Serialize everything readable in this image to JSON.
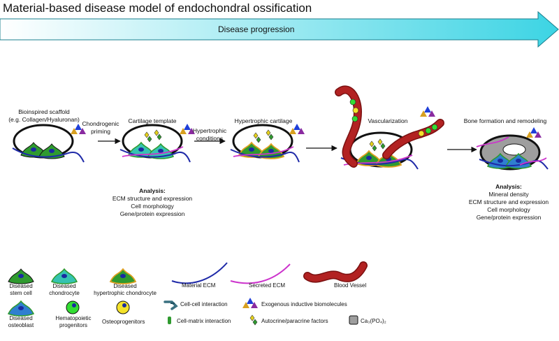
{
  "title": "Material-based disease model of endochondral ossification",
  "progression_label": "Disease progression",
  "colors": {
    "progression_arrow": "#3cd4e4",
    "cell_green": "#2f9a2f",
    "chondro_teal": "#35c3b1",
    "osteoblast_blue": "#2f7fd0",
    "material_ecm": "#1f2aa8",
    "secreted_ecm": "#cc33cc",
    "blood_vessel": "#b22222",
    "hema_green": "#33dd33",
    "osteo_yellow": "#f4e22a",
    "mineral_gray": "#9e9e9e"
  },
  "stages": [
    {
      "label_lines": [
        "Bioinspired scaffold",
        "(e.g. Collagen/Hyaluronan)"
      ]
    },
    {
      "label_lines": [
        "Cartilage template"
      ]
    },
    {
      "label_lines": [
        "Hypertrophic cartilage"
      ]
    },
    {
      "label_lines": [
        "Vascularization"
      ]
    },
    {
      "label_lines": [
        "Bone formation and remodeling"
      ]
    }
  ],
  "transitions": [
    {
      "label_lines": [
        "Chondrogenic",
        "priming"
      ]
    },
    {
      "label_lines": [
        "Hypertrophic",
        "conditions"
      ]
    }
  ],
  "analysis_left": {
    "heading": "Analysis:",
    "lines": [
      "ECM structure and expression",
      "Cell morphology",
      "Gene/protein expression"
    ]
  },
  "analysis_right": {
    "heading": "Analysis:",
    "lines": [
      "Mineral density",
      "ECM structure and expression",
      "Cell morphology",
      "Gene/protein expression"
    ]
  },
  "legend": {
    "diseased_stem_cell": [
      "Diseased",
      "stem cell"
    ],
    "diseased_chondrocyte": [
      "Diseased",
      "chondrocyte"
    ],
    "diseased_hypertrophic_chondrocyte": [
      "Diseased",
      "hypertrophic chondrocyte"
    ],
    "diseased_osteoblast": [
      "Diseased",
      "osteoblast"
    ],
    "hematopoietic_progenitors": [
      "Hematopoietic",
      "progenitors"
    ],
    "osteoprogenitors": "Osteoprogenitors",
    "material_ecm": "Material ECM",
    "secreted_ecm": "Secreted ECM",
    "blood_vessel": "Blood Vessel",
    "cell_cell_interaction": "Cell-cell interaction",
    "cell_matrix_interaction": "Cell-matrix interaction",
    "exogenous_biomolecules": "Exogenous inductive biomolecules",
    "autocrine_paracrine": "Autocrine/paracrine factors",
    "calcium_phosphate": "Ca₃(PO₄)₂"
  }
}
